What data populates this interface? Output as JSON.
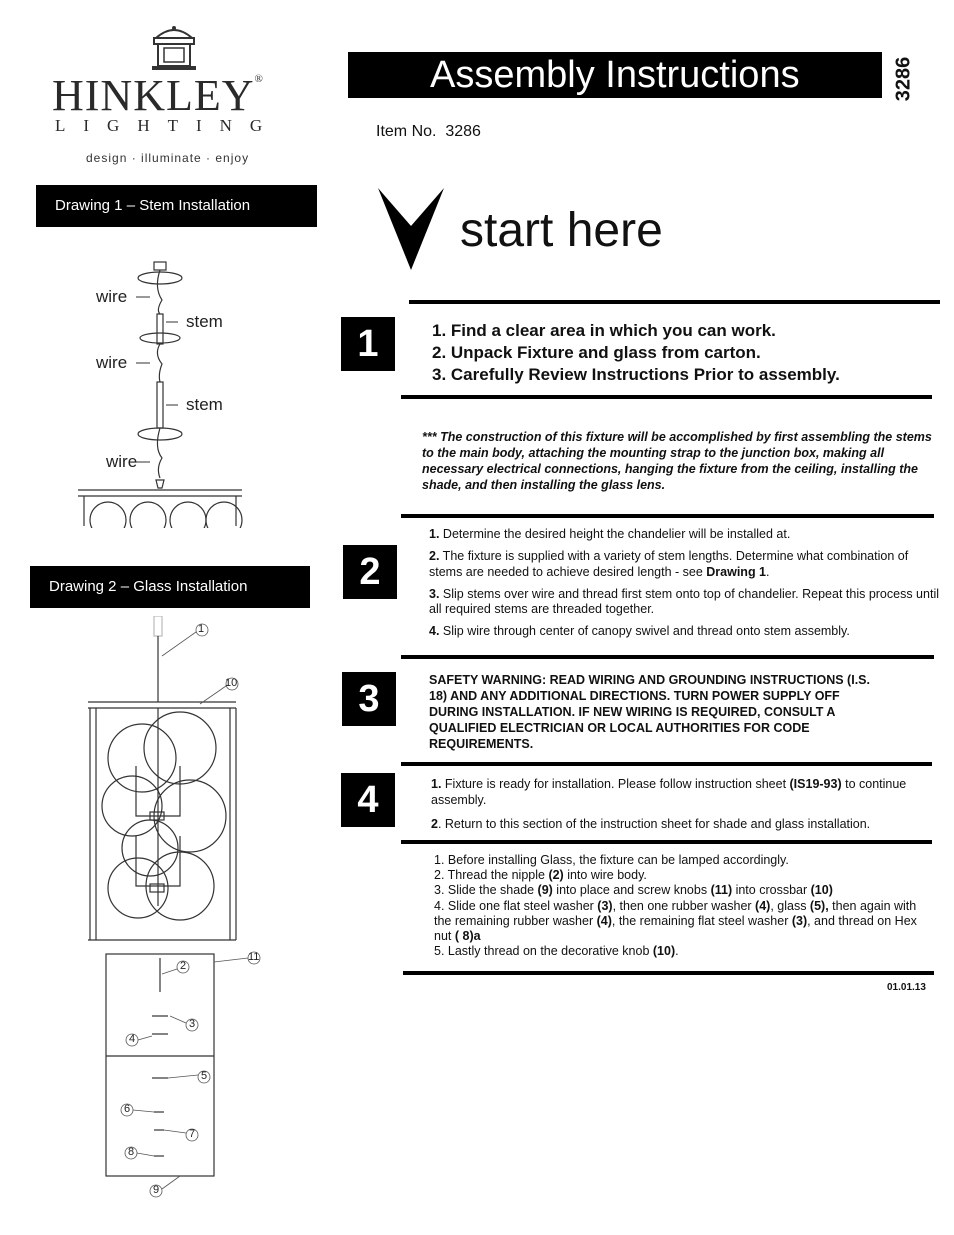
{
  "brand": {
    "name": "HINKLEY",
    "registered": "®",
    "sub": "LIGHTING",
    "tagline": "design · illuminate · enjoy"
  },
  "header": {
    "title": "Assembly Instructions",
    "item_code_vertical": "3286",
    "item_no_label": "Item No.",
    "item_no": "3286",
    "start": "start here"
  },
  "drawing1": {
    "title": "Drawing 1 – Stem Installation",
    "labels": [
      "wire",
      "stem",
      "wire",
      "stem",
      "wire"
    ]
  },
  "drawing2": {
    "title": "Drawing 2 – Glass Installation",
    "callouts": [
      "1",
      "10",
      "2",
      "11",
      "3",
      "4",
      "5",
      "6",
      "7",
      "8",
      "9"
    ]
  },
  "step1": {
    "number": "1",
    "items": [
      "1. Find a clear area in which you can work.",
      "2. Unpack Fixture and glass from carton.",
      "3. Carefully Review Instructions Prior to assembly."
    ],
    "note": "*** The construction of this fixture will be accomplished by first assembling the stems to the main body, attaching the mounting strap to the junction box, making all necessary electrical connections, hanging the fixture from the ceiling, installing the shade, and then installing the glass lens."
  },
  "step2": {
    "number": "2",
    "i1_num": "1.",
    "i1_text": " Determine the desired height the chandelier will be installed at.",
    "i2_num": "2.",
    "i2_text": " The fixture is supplied with a variety of stem lengths. Determine what combination of stems are needed to achieve desired length - see ",
    "i2_ref": "Drawing 1",
    "i2_end": ".",
    "i3_num": "3.",
    "i3_text": " Slip stems over wire and thread first stem onto top of chandelier. Repeat this process until all required stems are threaded together.",
    "i4_num": "4.",
    "i4_text": " Slip wire through center of canopy swivel and thread onto stem assembly."
  },
  "step3": {
    "number": "3",
    "warning": "SAFETY WARNING: READ WIRING AND GROUNDING INSTRUCTIONS (I.S. 18) AND ANY ADDITIONAL DIRECTIONS. TURN POWER SUPPLY OFF DURING INSTALLATION. IF NEW WIRING IS REQUIRED, CONSULT A QUALIFIED ELECTRICIAN OR LOCAL AUTHORITIES FOR CODE REQUIREMENTS."
  },
  "step4": {
    "number": "4",
    "i1_num": "1.",
    "i1_text": " Fixture is ready for installation. Please follow instruction sheet ",
    "i1_ref": "(IS19-93)",
    "i1_end": " to continue assembly.",
    "i2_num": "2",
    "i2_text": ". Return to this section of the instruction sheet for shade and glass installation."
  },
  "step5": {
    "l1": "1.  Before installing Glass, the fixture can be lamped accordingly.",
    "l2a": "2.  Thread the nipple ",
    "l2b": "(2)",
    "l2c": " into wire body.",
    "l3a": "3.  Slide the shade ",
    "l3b": "(9)",
    "l3c": " into place and screw knobs ",
    "l3d": "(11)",
    "l3e": " into crossbar ",
    "l3f": "(10)",
    "l4a": "4.  Slide one flat steel washer ",
    "l4b": "(3)",
    "l4c": ", then one rubber washer ",
    "l4d": "(4)",
    "l4e": ", glass ",
    "l4f": "(5),",
    "l4g": " then again with the remaining rubber washer ",
    "l4h": "(4)",
    "l4i": ", the remaining flat steel washer ",
    "l4j": "(3)",
    "l4k": ", and thread on Hex nut ",
    "l4l": " ( 8)a",
    "l5a": "5.  Lastly thread on the decorative knob ",
    "l5b": "(10)",
    "l5c": "."
  },
  "footer": {
    "date": "01.01.13"
  }
}
